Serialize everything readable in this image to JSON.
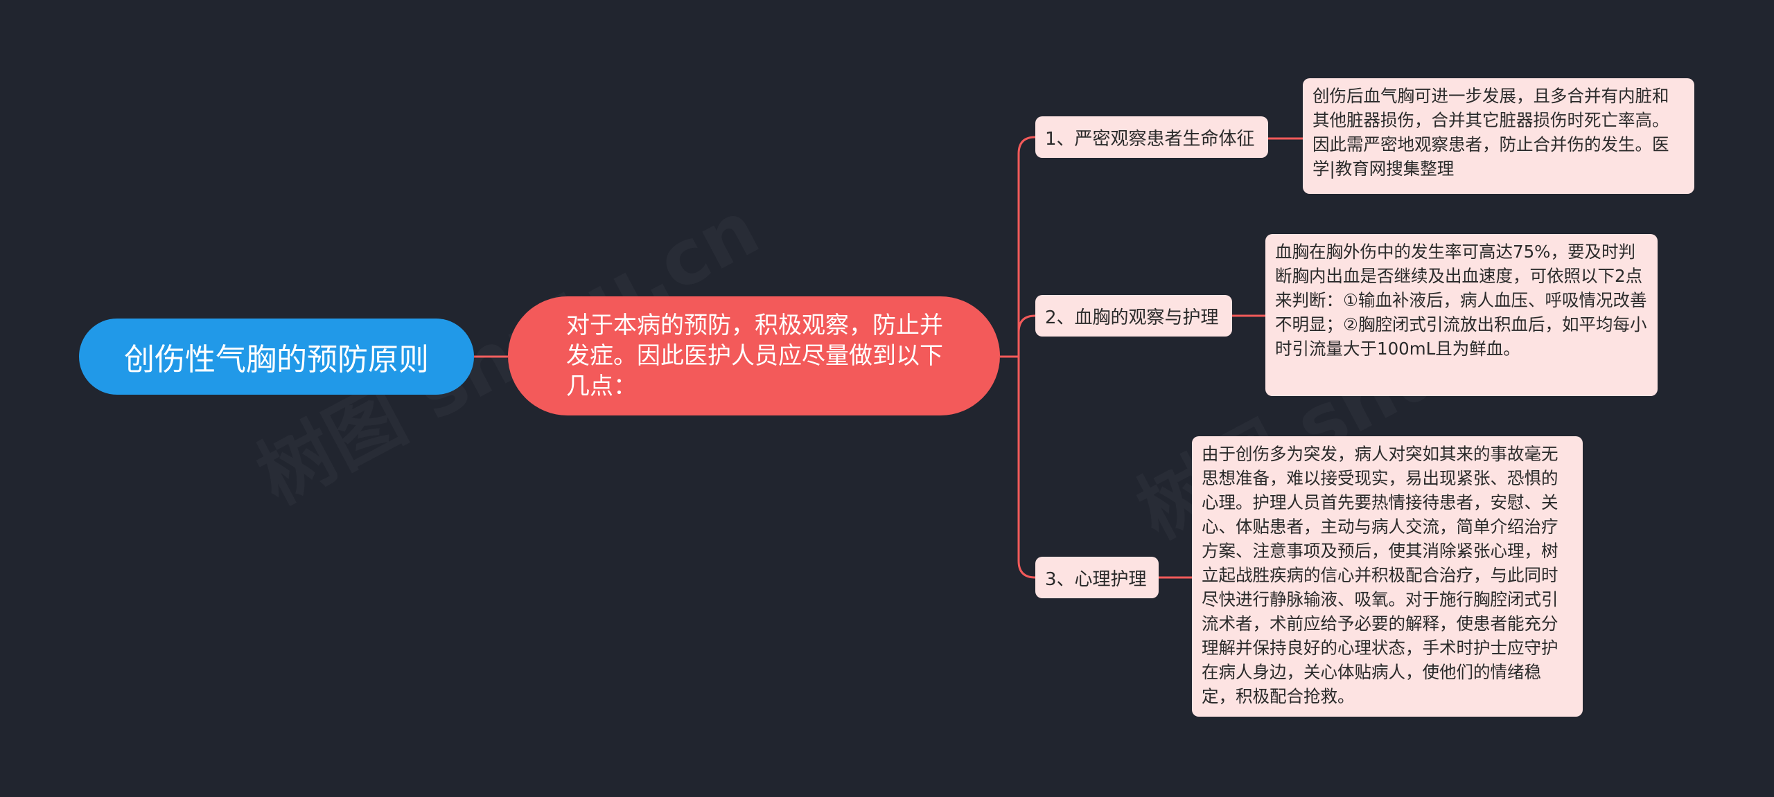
{
  "mindmap": {
    "root": {
      "label": "创伤性气胸的预防原则",
      "color": "#2199e8"
    },
    "main": {
      "label": "对于本病的预防，积极观察，防止并发症。因此医护人员应尽量做到以下几点：",
      "color": "#f35a5a"
    },
    "branches": [
      {
        "label": "1、严密观察患者生命体征",
        "detail": "创伤后血气胸可进一步发展，且多合并有内脏和其他脏器损伤，合并其它脏器损伤时死亡率高。因此需严密地观察患者，防止合并伤的发生。医学|教育网搜集整理"
      },
      {
        "label": "2、血胸的观察与护理",
        "detail": "血胸在胸外伤中的发生率可高达75%，要及时判断胸内出血是否继续及出血速度，可依照以下2点来判断：①输血补液后，病人血压、呼吸情况改善不明显；②胸腔闭式引流放出积血后，如平均每小时引流量大于100mL且为鲜血。"
      },
      {
        "label": "3、心理护理",
        "detail": "由于创伤多为突发，病人对突如其来的事故毫无思想准备，难以接受现实，易出现紧张、恐惧的心理。护理人员首先要热情接待患者，安慰、关心、体贴患者，主动与病人交流，简单介绍治疗方案、注意事项及预后，使其消除紧张心理，树立起战胜疾病的信心并积极配合治疗，与此同时尽快进行静脉输液、吸氧。对于施行胸腔闭式引流术者，术前应给予必要的解释，使患者能充分理解并保持良好的心理状态，手术时护士应守护在病人身边，关心体贴病人，使他们的情绪稳定，积极配合抢救。"
      }
    ],
    "watermarks": [
      "树图 shutu.cn",
      "树图 shutu.cn"
    ],
    "colors": {
      "background": "#21252f",
      "connector": "#f35a5a",
      "sub_fill": "#fde3e2"
    }
  }
}
